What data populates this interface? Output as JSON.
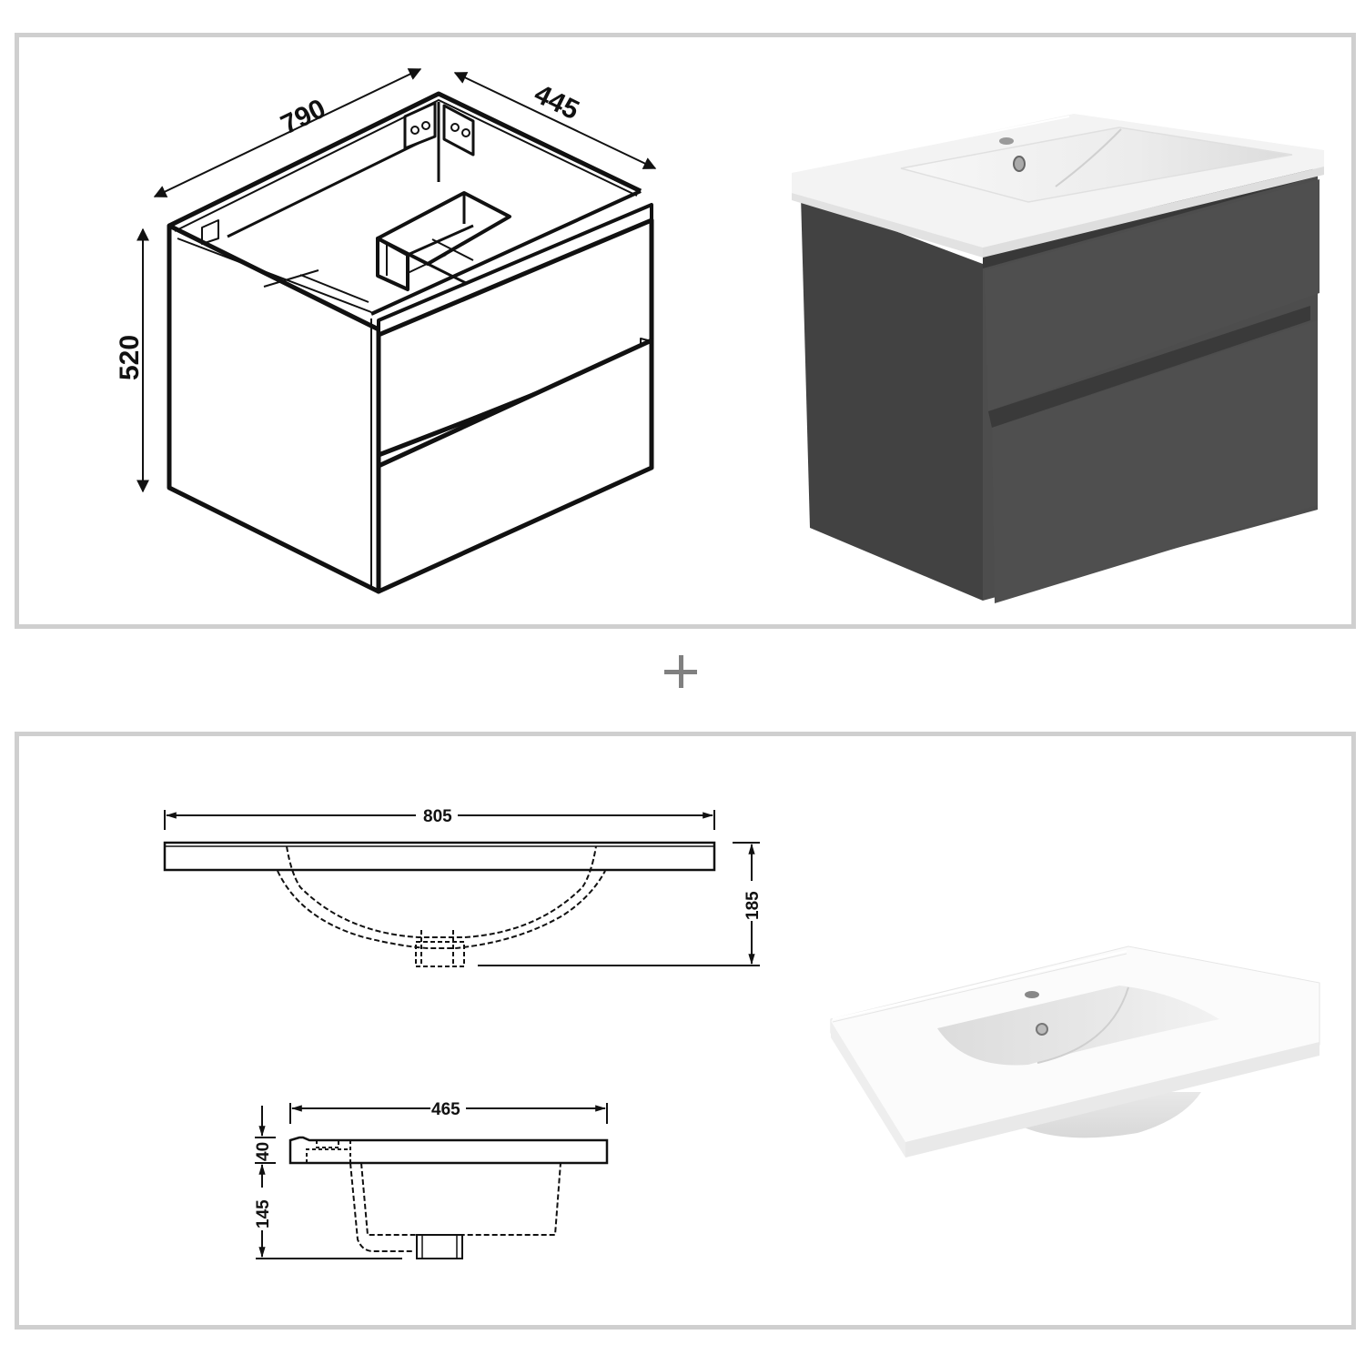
{
  "top_panel": {
    "cabinet_drawing": {
      "width_label": "790",
      "depth_label": "445",
      "height_label": "520",
      "drawer_count": 2
    },
    "cabinet_render": {
      "cabinet_color": "#4a4a4a",
      "basin_color": "#f2f2f2",
      "drawer_count": 2
    }
  },
  "separator": {
    "symbol": "+",
    "color": "#808080"
  },
  "bottom_panel": {
    "basin_front_view": {
      "width_label": "805",
      "height_label": "185"
    },
    "basin_side_view": {
      "depth_label": "465",
      "top_thickness_label": "40",
      "bowl_depth_label": "145"
    },
    "basin_render": {
      "basin_color": "#f5f5f5"
    }
  },
  "colors": {
    "panel_border": "#cfcfcf",
    "line": "#111111",
    "background": "#ffffff"
  }
}
